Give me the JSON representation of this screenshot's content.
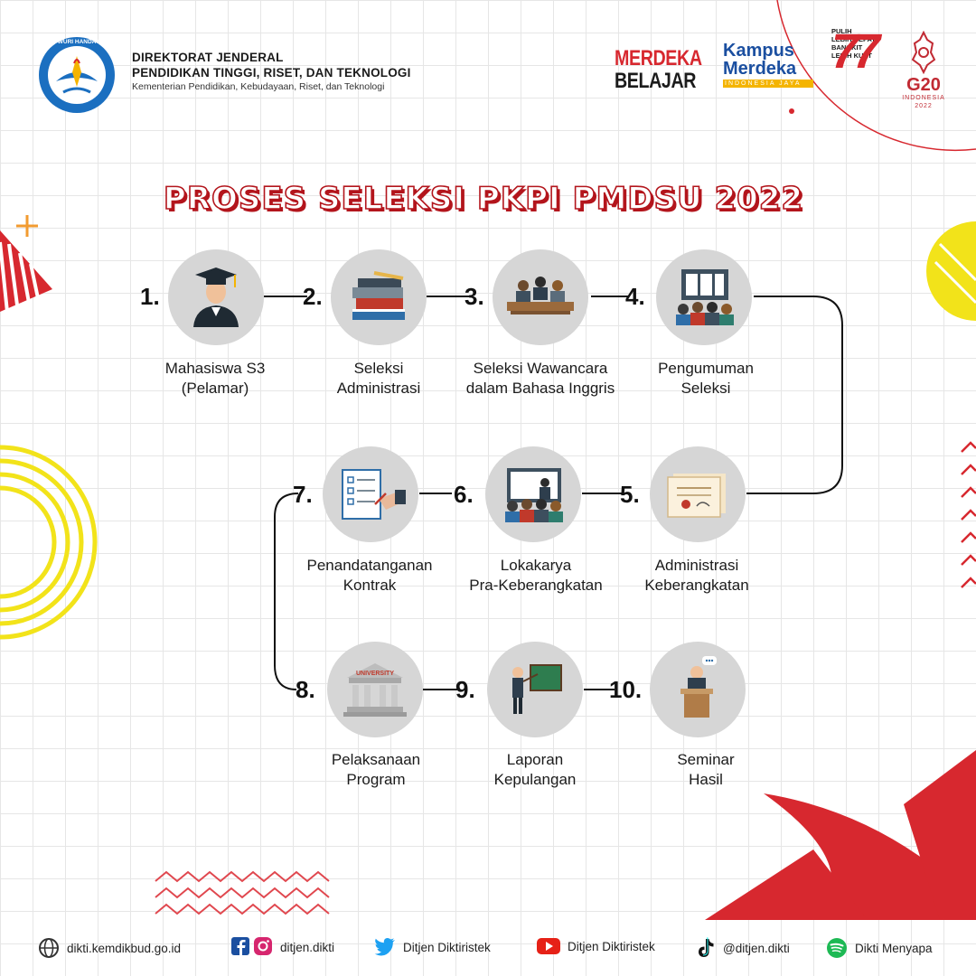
{
  "header": {
    "logo_text": "TUT WURI HANDAYANI",
    "directorate_line1": "DIREKTORAT JENDERAL",
    "directorate_line2": "PENDIDIKAN TINGGI, RISET, DAN TEKNOLOGI",
    "ministry": "Kementerian Pendidikan, Kebudayaan, Riset, dan Teknologi",
    "merdeka_belajar": [
      "MERDEKA",
      "BELAJAR"
    ],
    "kampus_merdeka": [
      "Kampus",
      "Merdeka",
      "INDONESIA JAYA"
    ],
    "ri77": {
      "number": "77",
      "tagline": [
        "PULIH",
        "LEBIH CEPAT",
        "BANGKIT",
        "LEBIH KUAT"
      ]
    },
    "g20": {
      "name": "G20",
      "country": "INDONESIA",
      "year": "2022"
    }
  },
  "title": "PROSES SELEKSI PKPI PMDSU 2022",
  "steps": [
    {
      "number": "1.",
      "lines": [
        "Mahasiswa S3",
        "(Pelamar)"
      ],
      "icon": "graduate-icon"
    },
    {
      "number": "2.",
      "lines": [
        "Seleksi",
        "Administrasi"
      ],
      "icon": "books-icon"
    },
    {
      "number": "3.",
      "lines": [
        "Seleksi Wawancara",
        "dalam Bahasa Inggris"
      ],
      "icon": "interview-panel-icon"
    },
    {
      "number": "4.",
      "lines": [
        "Pengumuman",
        "Seleksi"
      ],
      "icon": "announcement-board-icon"
    },
    {
      "number": "5.",
      "lines": [
        "Administrasi",
        "Keberangkatan"
      ],
      "icon": "certificate-icon"
    },
    {
      "number": "6.",
      "lines": [
        "Lokakarya",
        "Pra-Keberangkatan"
      ],
      "icon": "workshop-icon"
    },
    {
      "number": "7.",
      "lines": [
        "Penandatanganan",
        "Kontrak"
      ],
      "icon": "contract-signing-icon"
    },
    {
      "number": "8.",
      "lines": [
        "Pelaksanaan",
        "Program"
      ],
      "icon": "university-icon",
      "icon_text": "UNIVERSITY"
    },
    {
      "number": "9.",
      "lines": [
        "Laporan",
        "Kepulangan"
      ],
      "icon": "presentation-icon"
    },
    {
      "number": "10.",
      "lines": [
        "Seminar",
        "Hasil"
      ],
      "icon": "speaker-podium-icon"
    }
  ],
  "footer": [
    {
      "icon": "globe-icon",
      "text": "dikti.kemdikbud.go.id"
    },
    {
      "icon": "facebook-instagram-icon",
      "text": "ditjen.dikti"
    },
    {
      "icon": "twitter-icon",
      "text": "Ditjen Diktiristek"
    },
    {
      "icon": "youtube-icon",
      "text": "Ditjen Diktiristek"
    },
    {
      "icon": "tiktok-icon",
      "text": "@ditjen.dikti"
    },
    {
      "icon": "spotify-icon",
      "text": "Dikti Menyapa"
    }
  ],
  "colors": {
    "red": "#d7282f",
    "yellow": "#f2e31a",
    "circle": "#d6d6d6",
    "blue": "#1b4fa0"
  }
}
